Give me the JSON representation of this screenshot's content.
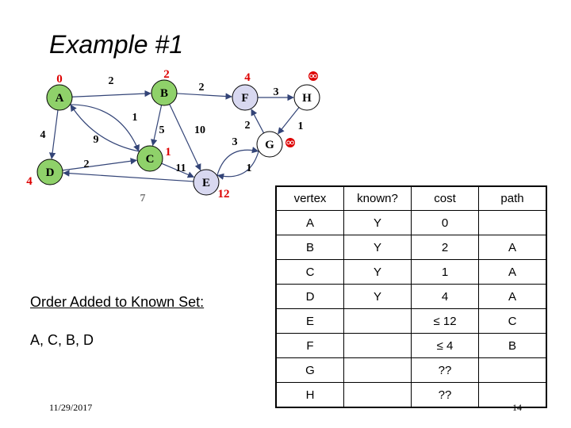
{
  "title": "Example #1",
  "colors": {
    "known_fill": "#8fd16a",
    "unknown_fill": "#d8d8f0",
    "queued_fill": "#ffffff",
    "dist_color": "#dd0000",
    "edge_color": "#334477",
    "weight_seven_color": "#777777"
  },
  "graph": {
    "nodes": [
      {
        "id": "A",
        "label": "A",
        "status": "known",
        "dist": "0"
      },
      {
        "id": "B",
        "label": "B",
        "status": "known",
        "dist": "2"
      },
      {
        "id": "C",
        "label": "C",
        "status": "known",
        "dist": "1"
      },
      {
        "id": "D",
        "label": "D",
        "status": "known",
        "dist": "4"
      },
      {
        "id": "E",
        "label": "E",
        "status": "unknown",
        "dist": "12"
      },
      {
        "id": "F",
        "label": "F",
        "status": "unknown",
        "dist": "4"
      },
      {
        "id": "G",
        "label": "G",
        "status": "queued",
        "dist": "infinity-icon"
      },
      {
        "id": "H",
        "label": "H",
        "status": "queued",
        "dist": "infinity-icon"
      }
    ],
    "edges": [
      {
        "from": "A",
        "to": "B",
        "weight": "2"
      },
      {
        "from": "A",
        "to": "C",
        "weight": "1"
      },
      {
        "from": "A",
        "to": "D",
        "weight": "4"
      },
      {
        "from": "C",
        "to": "A",
        "weight": "9"
      },
      {
        "from": "B",
        "to": "C",
        "weight": "5"
      },
      {
        "from": "B",
        "to": "E",
        "weight": "10"
      },
      {
        "from": "B",
        "to": "F",
        "weight": "2"
      },
      {
        "from": "D",
        "to": "C",
        "weight": "2"
      },
      {
        "from": "C",
        "to": "E",
        "weight": "11"
      },
      {
        "from": "E",
        "to": "D",
        "weight": "7"
      },
      {
        "from": "F",
        "to": "H",
        "weight": "3"
      },
      {
        "from": "H",
        "to": "G",
        "weight": "1"
      },
      {
        "from": "G",
        "to": "F",
        "weight": "2"
      },
      {
        "from": "G",
        "to": "E",
        "weight": "3"
      },
      {
        "from": "E",
        "to": "G",
        "weight": "1"
      }
    ]
  },
  "order": {
    "heading": "Order Added to Known Set:",
    "list": "A, C, B, D"
  },
  "table": {
    "headers": [
      "vertex",
      "known?",
      "cost",
      "path"
    ],
    "rows": [
      [
        "A",
        "Y",
        "0",
        ""
      ],
      [
        "B",
        "Y",
        "2",
        "A"
      ],
      [
        "C",
        "Y",
        "1",
        "A"
      ],
      [
        "D",
        "Y",
        "4",
        "A"
      ],
      [
        "E",
        "",
        "≤ 12",
        "C"
      ],
      [
        "F",
        "",
        "≤ 4",
        "B"
      ],
      [
        "G",
        "",
        "??",
        ""
      ],
      [
        "H",
        "",
        "??",
        ""
      ]
    ]
  },
  "footer": {
    "date": "11/29/2017",
    "page": "14"
  }
}
